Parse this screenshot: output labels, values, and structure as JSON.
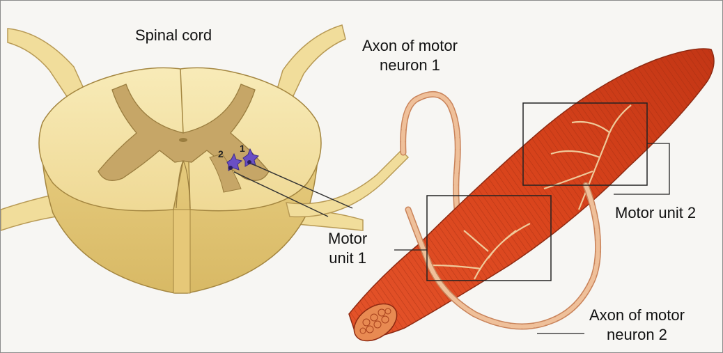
{
  "labels": {
    "spinal_cord": "Spinal cord",
    "axon1_line1": "Axon of motor",
    "axon1_line2": "neuron 1",
    "motor_unit1_line1": "Motor",
    "motor_unit1_line2": "unit 1",
    "motor_unit2": "Motor unit 2",
    "axon2_line1": "Axon of motor",
    "axon2_line2": "neuron 2",
    "neuron_num_1": "1",
    "neuron_num_2": "2"
  },
  "colors": {
    "white_matter": "#f3e1a3",
    "gray_matter": "#c9a96a",
    "nerve": "#f0dc98",
    "muscle": "#d6471f",
    "muscle_dark": "#a8321a",
    "axon_bead": "#e9b184",
    "neuron": "#6a4fc4"
  }
}
